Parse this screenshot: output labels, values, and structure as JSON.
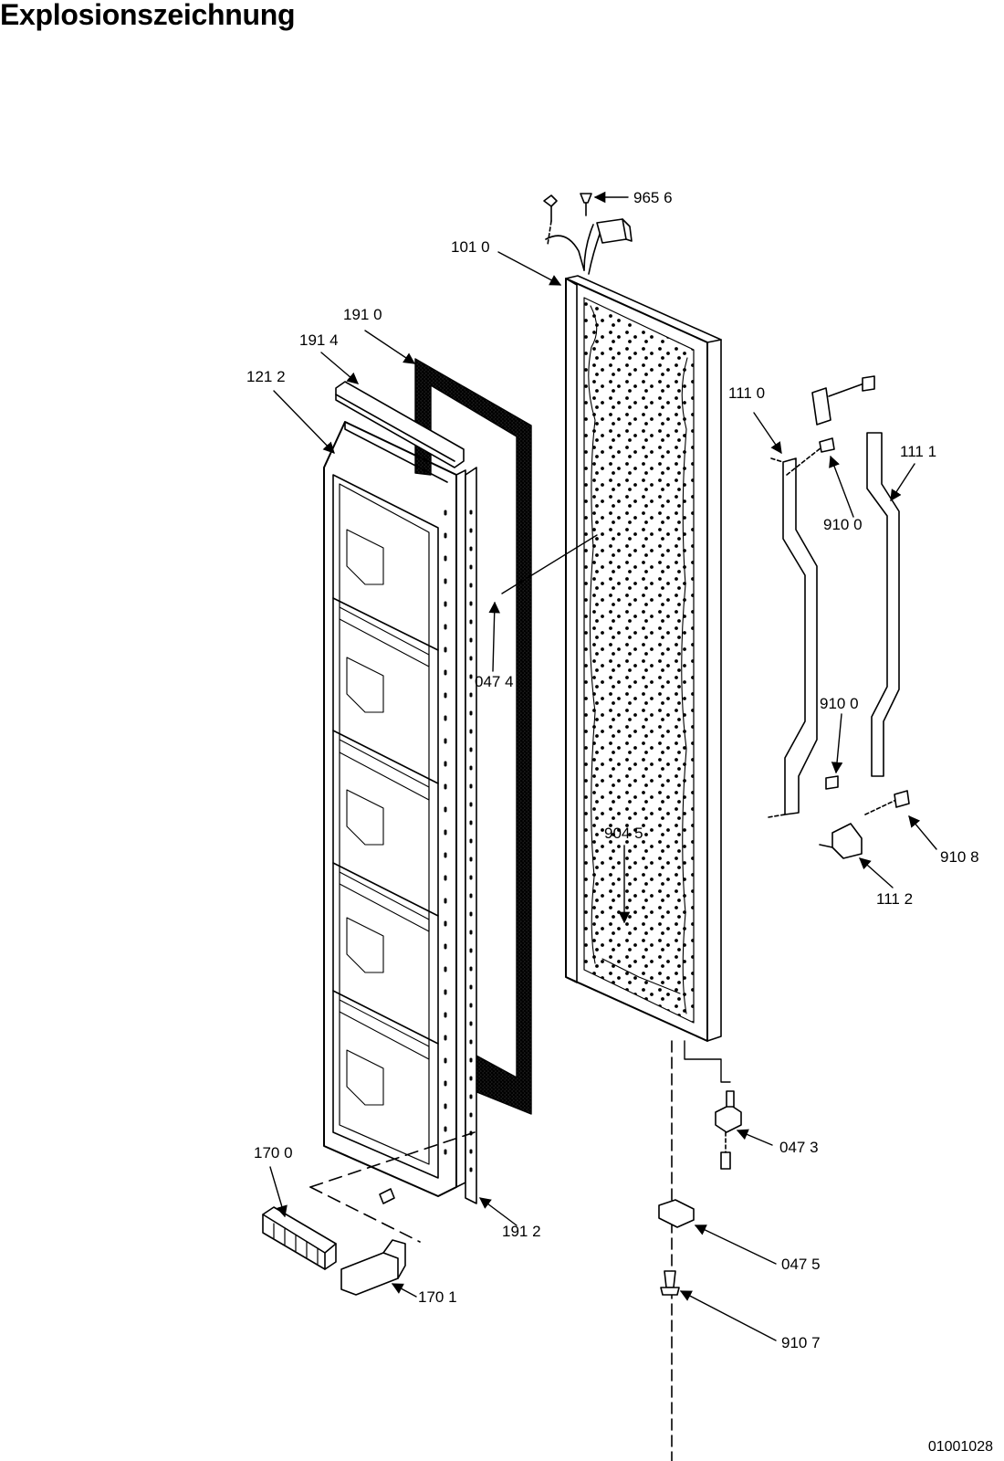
{
  "title": "Explosionszeichnung",
  "document_number": "01001028",
  "part_labels": {
    "p9656": "965 6",
    "p1010": "101 0",
    "p1910": "191 0",
    "p1914": "191 4",
    "p1212": "121 2",
    "p1110": "111 0",
    "p1111": "111 1",
    "p9100a": "910 0",
    "p0474": "047 4",
    "p9100b": "910 0",
    "p9045": "904 5",
    "p9108": "910 8",
    "p1112": "111 2",
    "p1700": "170 0",
    "p0473": "047 3",
    "p1912": "191 2",
    "p0475": "047 5",
    "p1701": "170 1",
    "p9107": "910 7"
  }
}
